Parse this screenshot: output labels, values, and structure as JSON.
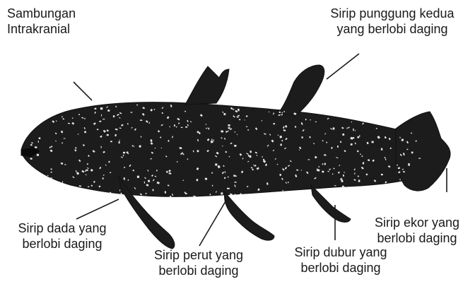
{
  "labels": {
    "intracranial": {
      "line1": "Sambungan",
      "line2": "Intrakranial"
    },
    "second_dorsal_fin": {
      "line1": "Sirip punggung kedua",
      "line2": "yang berlobi daging"
    },
    "pectoral_fin": {
      "line1": "Sirip dada yang",
      "line2": "berlobi daging"
    },
    "pelvic_fin": {
      "line1": "Sirip perut yang",
      "line2": "berlobi daging"
    },
    "anal_fin": {
      "line1": "Sirip dubur yang",
      "line2": "berlobi daging"
    },
    "caudal_fin": {
      "line1": "Sirip ekor yang",
      "line2": "berlobi daging"
    }
  },
  "colors": {
    "fish_body": "#1c1c1c",
    "fish_spots": "#e8e8e8",
    "text": "#1a1a1a",
    "leader_lines": "#1a1a1a"
  }
}
